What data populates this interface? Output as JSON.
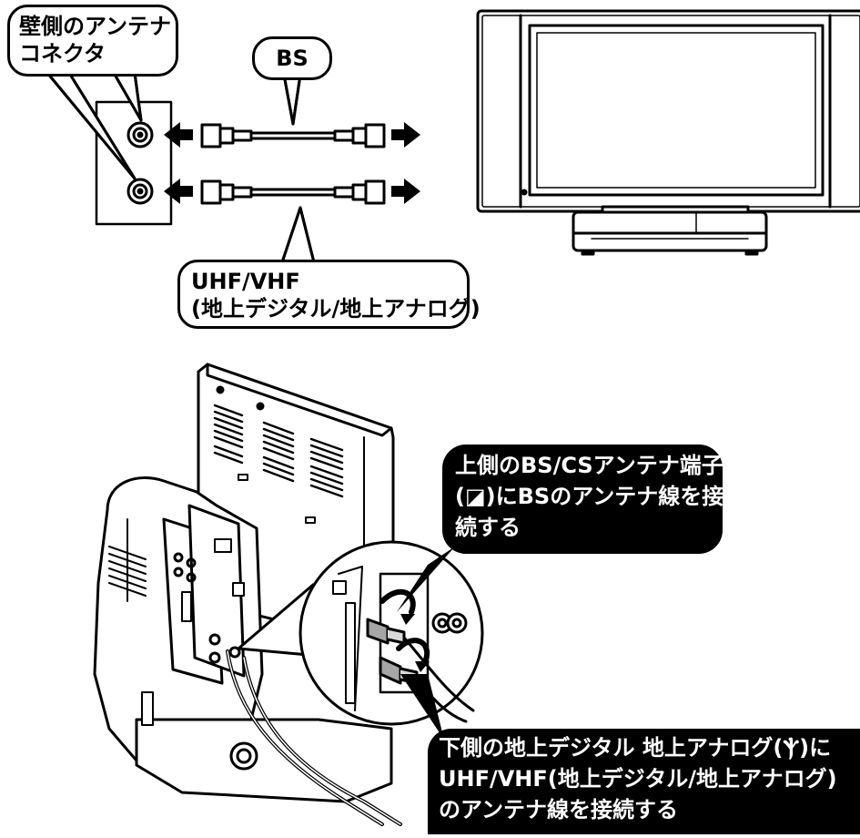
{
  "callouts": {
    "wall_connector": {
      "line1": "壁側のアンテナ",
      "line2": "コネクタ"
    },
    "bs_cable": {
      "label": "BS"
    },
    "uhf_cable": {
      "line1": "UHF/VHF",
      "line2": "(地上デジタル/地上アナログ)"
    },
    "upper_terminal": {
      "line1": "上側のBS/CSアンテナ端子",
      "line2": "(◪)にBSのアンテナ線を接",
      "line3": "続する"
    },
    "lower_terminal": {
      "line1": "下側の地上デジタル 地上アナログ(Ⲯ)に",
      "line2": "UHF/VHF(地上デジタル/地上アナログ)",
      "line3": "のアンテナ線を接続する"
    }
  },
  "colors": {
    "ink": "#000000",
    "paper": "#ffffff",
    "light_gray": "#d9d9d9",
    "mid_gray": "#a6a6a6"
  }
}
